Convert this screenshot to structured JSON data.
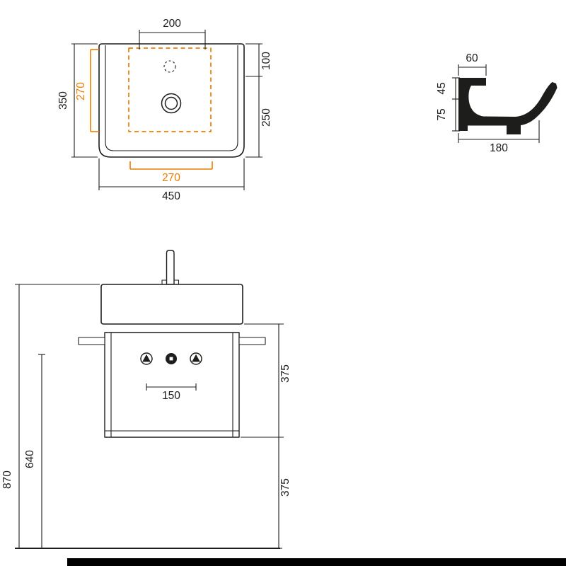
{
  "page": {
    "background_color": "#ffffff",
    "edge_bar_color": "#000000"
  },
  "drawing": {
    "line_color": "#1d1d1b",
    "accent_color": "#ee7c00",
    "plan": {
      "tap_hole_span": "200",
      "overall_depth": "350",
      "cutout_depth": "270",
      "cutout_width": "270",
      "back_section": "100",
      "front_section": "250",
      "overall_width": "450"
    },
    "section": {
      "deck_width": "60",
      "rim_height": "45",
      "body_height": "75",
      "overall_depth": "180"
    },
    "front": {
      "drain_span": "150",
      "cabinet_height": "375",
      "clearance_below": "375",
      "siphon_height": "640",
      "overall_height": "870"
    }
  }
}
